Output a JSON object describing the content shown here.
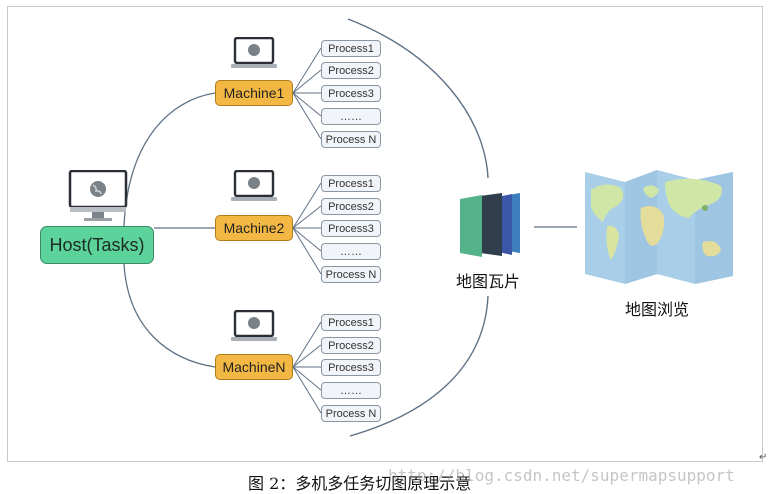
{
  "host": {
    "label": "Host(Tasks)",
    "icon": "computer-icon"
  },
  "machines": [
    {
      "label": "Machine1",
      "icon": "laptop-icon",
      "processes": [
        "Process1",
        "Process2",
        "Process3",
        "……",
        "Process N"
      ]
    },
    {
      "label": "Machine2",
      "icon": "laptop-icon",
      "processes": [
        "Process1",
        "Process2",
        "Process3",
        "……",
        "Process N"
      ]
    },
    {
      "label": "MachineN",
      "icon": "laptop-icon",
      "processes": [
        "Process1",
        "Process2",
        "Process3",
        "……",
        "Process N"
      ]
    }
  ],
  "tiles": {
    "label": "地图瓦片",
    "icon": "map-tiles-icon"
  },
  "map_view": {
    "label": "地图浏览",
    "icon": "world-map-icon"
  },
  "caption": "图 2：多机多任务切图原理示意",
  "watermark": "http://blog.csdn.net/supermapsupport",
  "colors": {
    "host_fill": "#5cd39a",
    "machine_fill": "#f3b843",
    "process_fill": "#f1f4f8",
    "connector": "#5f7285",
    "tile_colors": [
      "#55b38b",
      "#2f3d4c",
      "#3c57a8",
      "#3d7fbe"
    ]
  }
}
